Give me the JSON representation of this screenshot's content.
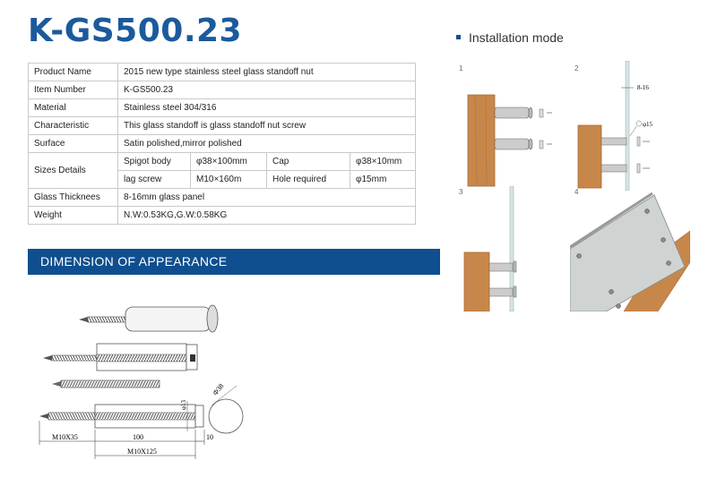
{
  "title": "K-GS500.23",
  "spec_rows": [
    {
      "label": "Product Name",
      "value": "2015 new type stainless steel glass standoff nut"
    },
    {
      "label": "Item Number",
      "value": "K-GS500.23"
    },
    {
      "label": "Material",
      "value": "Stainless steel 304/316"
    },
    {
      "label": "Characteristic",
      "value": "This glass standoff is glass standoff nut screw"
    },
    {
      "label": "Surface",
      "value": "Satin polished,mirror polished"
    }
  ],
  "sizes": {
    "label": "Sizes Details",
    "rows": [
      [
        "Spigot body",
        "φ38×100mm",
        "Cap",
        "φ38×10mm"
      ],
      [
        "lag screw",
        "M10×160m",
        "Hole required",
        "φ15mm"
      ]
    ]
  },
  "spec_rows_2": [
    {
      "label": "Glass Thicknees",
      "value": "8-16mm glass panel"
    },
    {
      "label": "Weight",
      "value": "N.W:0.53KG,G.W:0.58KG"
    }
  ],
  "dimension_heading": "DIMENSION OF APPEARANCE",
  "installation_heading": "Installation mode",
  "drawing_labels": {
    "m10x35": "M10X35",
    "len100": "100",
    "len10": "10",
    "m10x125": "M10X125",
    "dia13": "φ13",
    "dia38": "Φ38"
  },
  "install_steps": [
    "1",
    "2",
    "3",
    "4"
  ],
  "install_labels": {
    "glass_range": "8-16",
    "hole": "φ15"
  },
  "colors": {
    "brand_blue": "#1b5a9c",
    "bar_blue": "#0f4f8f",
    "wood": "#c8874a"
  }
}
